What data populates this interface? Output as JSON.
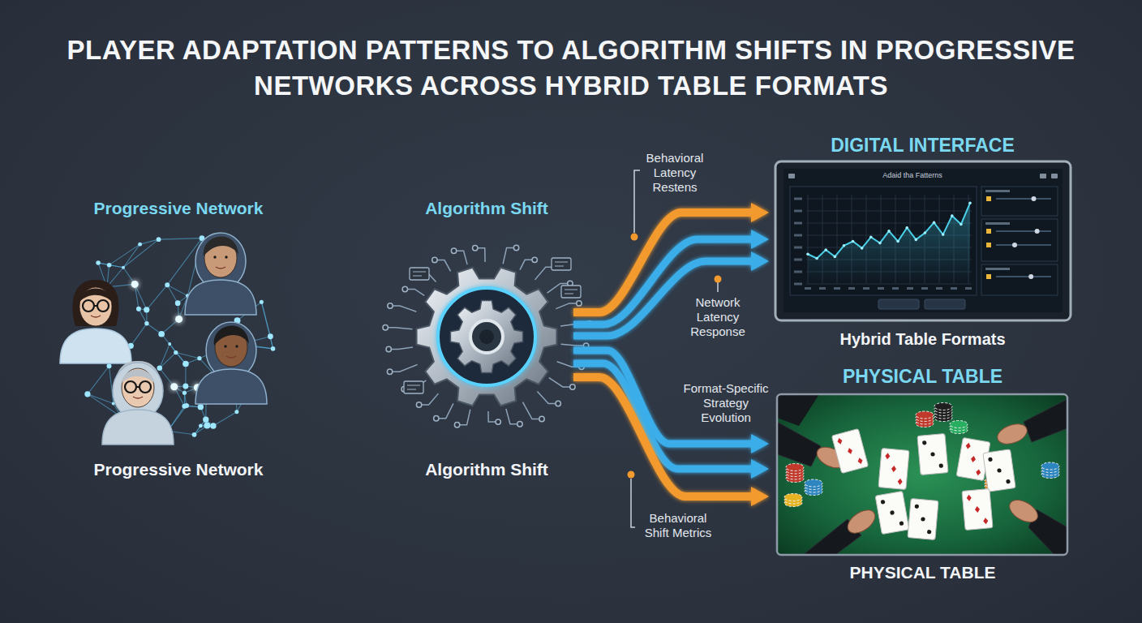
{
  "diagram": {
    "title": "PLAYER ADAPTATION PATTERNS TO ALGORITHM SHIFTS IN PROGRESSIVE NETWORKS ACROSS HYBRID TABLE FORMATS",
    "nodes": [
      {
        "text": [
          "Progressive Network",
          "Progressive Network"
        ]
      },
      {
        "text": [
          "Algorithm Shift",
          "Algorithm Shift"
        ]
      },
      {
        "text": [
          "DIGITAL INTERFACE",
          "Hybrid Table Formats"
        ]
      },
      {
        "text": [
          "PHYSICAL TABLE",
          "PHYSICAL TABLE"
        ]
      }
    ],
    "edges": [
      {
        "from": 0,
        "to": 1,
        "arrow": "to"
      },
      {
        "from": 0,
        "to": 1,
        "arrow": "to"
      },
      {
        "from": 0,
        "to": 1,
        "arrow": "to"
      },
      {
        "from": 1,
        "to": 2,
        "arrow": "to",
        "label": "Behavioral Latency Restens"
      },
      {
        "from": 1,
        "to": 2,
        "arrow": "to"
      },
      {
        "from": 1,
        "to": 2,
        "arrow": "to",
        "label": "Network Latency Response"
      },
      {
        "from": 1,
        "to": 3,
        "arrow": "to",
        "label": "Format-Specific Strategy Evolution"
      },
      {
        "from": 1,
        "to": 3,
        "arrow": "to"
      },
      {
        "from": 1,
        "to": 3,
        "arrow": "to",
        "label": "Behavioral Shift Metrics"
      }
    ],
    "labels": [
      "Adaid tha Fatterns"
    ]
  }
}
